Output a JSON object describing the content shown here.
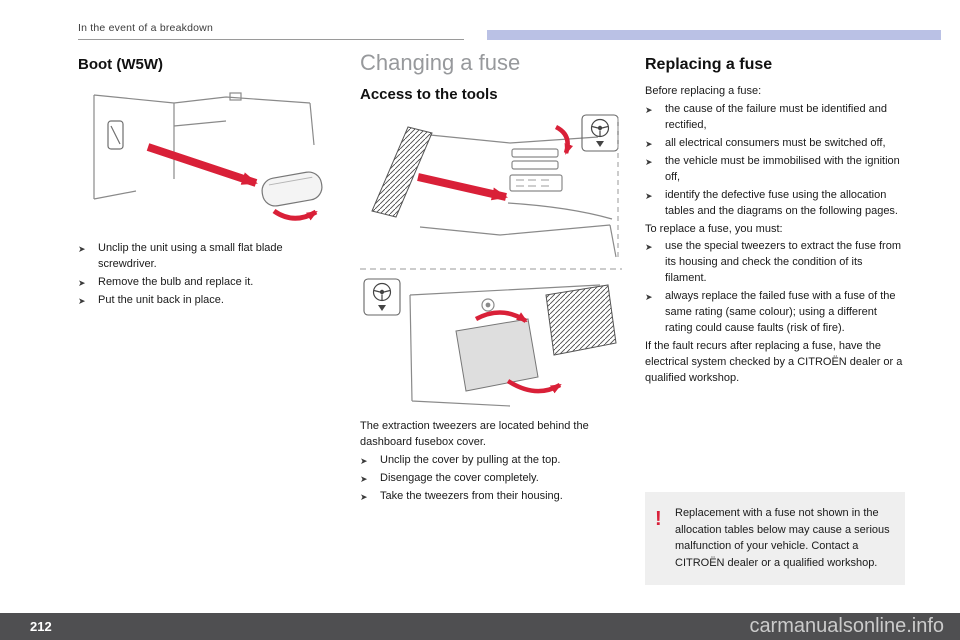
{
  "page": {
    "breadcrumb": "In the event of a breakdown"
  },
  "colors": {
    "accent_bar": "#bac1e5",
    "arrow_red": "#d92038",
    "note_background": "#efefef",
    "footer_bar": "#4f4f51"
  },
  "glyphs": {
    "bullet": "➤",
    "note_mark": "!"
  },
  "left": {
    "title": "Boot (W5W)",
    "steps": [
      "Unclip the unit using a small flat blade screwdriver.",
      "Remove the bulb and replace it.",
      "Put the unit back in place."
    ]
  },
  "middle": {
    "title": "Changing a fuse",
    "subtitle": "Access to the tools",
    "intro": "The extraction tweezers are located behind the dashboard fusebox cover.",
    "steps": [
      "Unclip the cover by pulling at the top.",
      "Disengage the cover completely.",
      "Take the tweezers from their housing."
    ]
  },
  "right": {
    "title": "Replacing a fuse",
    "before_label": "Before replacing a fuse:",
    "before_items": [
      "the cause of the failure must be identified and rectified,",
      "all electrical consumers must be switched off,",
      "the vehicle must be immobilised with the ignition off,",
      "identify the defective fuse using the allocation tables and the diagrams on the following pages."
    ],
    "replace_label": "To replace a fuse, you must:",
    "replace_items": [
      "use the special tweezers to extract the fuse from its housing and check the condition of its filament.",
      "always replace the failed fuse with a fuse of the same rating (same colour); using a different rating could cause faults (risk of fire)."
    ],
    "outro": "If the fault recurs after replacing a fuse, have the electrical system checked by a CITROËN dealer or a qualified workshop."
  },
  "note": {
    "text": "Replacement with a fuse not shown in the allocation tables below may cause a serious malfunction of your vehicle. Contact a CITROËN dealer or a qualified workshop."
  },
  "footer": {
    "page_number": "212",
    "watermark": "carmanualsonline.info"
  }
}
